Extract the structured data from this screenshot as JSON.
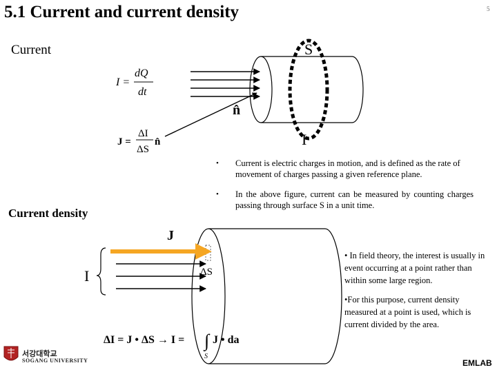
{
  "page": {
    "title": "5.1 Current and current density",
    "page_number": "5",
    "section_current": "Current",
    "section_density": "Current density",
    "footer_label": "EMLAB"
  },
  "figure_top": {
    "surface_label": "S",
    "normal_label": "n̂",
    "current_label": "I"
  },
  "figure_bottom": {
    "vector_label": "J",
    "area_label": "ΔS",
    "current_label": "I"
  },
  "equations": {
    "current_lhs": "I =",
    "current_num": "dQ",
    "current_den": "dt",
    "density_lhs": "J =",
    "density_num": "ΔI",
    "density_den": "ΔS",
    "density_rhs": "n̂",
    "integral_text": "ΔI = J • ΔS → I =",
    "integral_integrand": "J • da",
    "integral_sub": "S"
  },
  "bullets": [
    "Current is electric charges in motion, and is defined as the rate of movement of charges passing a given reference plane.",
    "In the above figure, current can be measured by counting charges passing through surface S in a unit time."
  ],
  "side_notes": [
    "In field theory, the interest is usually in event occurring at a point rather than within some large region.",
    "For this purpose, current density measured at a point is used, which is current divided by the area."
  ],
  "logo": {
    "korean": "서강대학교",
    "english": "SOGANG UNIVERSITY"
  },
  "colors": {
    "arrow_orange": "#F5A623",
    "logo_red": "#B22222"
  }
}
